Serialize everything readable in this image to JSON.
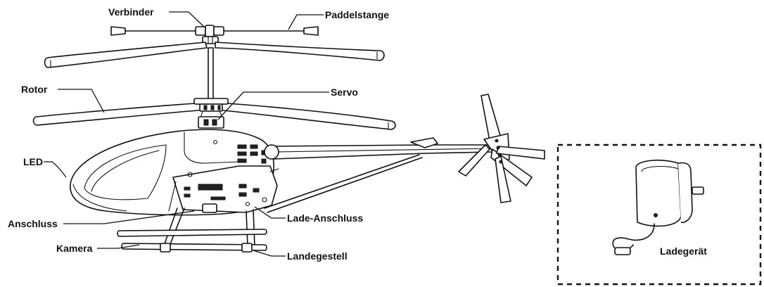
{
  "labels": {
    "verbinder": "Verbinder",
    "paddelstange": "Paddelstange",
    "rotor": "Rotor",
    "servo": "Servo",
    "led": "LED",
    "anschluss": "Anschluss",
    "lade_anschluss": "Lade-Anschluss",
    "kamera": "Kamera",
    "landegestell": "Landegestell",
    "ladegeraet": "Ladegerät"
  }
}
